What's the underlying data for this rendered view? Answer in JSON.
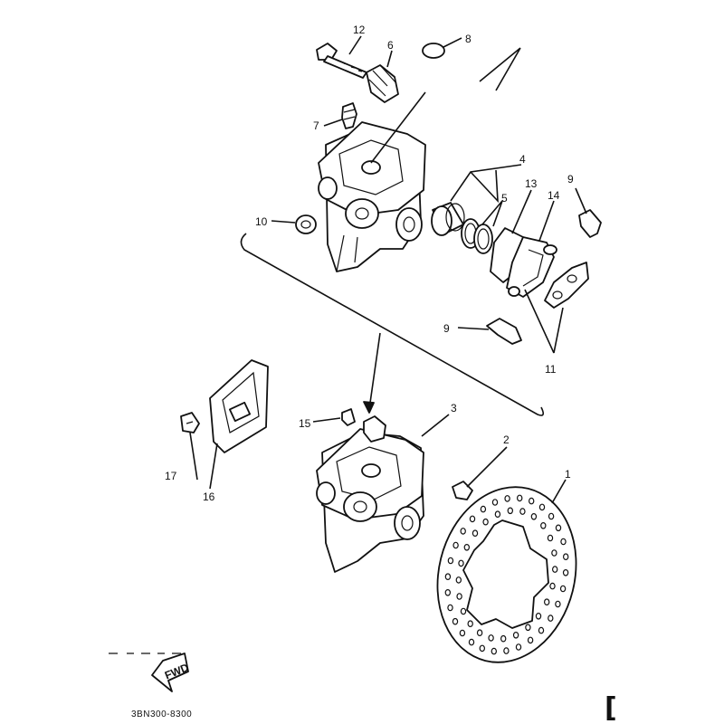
{
  "callouts": [
    "1",
    "2",
    "3",
    "4",
    "5",
    "6",
    "7",
    "8",
    "9",
    "10",
    "11",
    "12",
    "13",
    "14",
    "15",
    "16",
    "17"
  ],
  "fwd_label": "FWD",
  "part_code": "3BN300-8300",
  "corner_mark": "[",
  "colors": {
    "ink": "#111111",
    "background": "#ffffff"
  }
}
